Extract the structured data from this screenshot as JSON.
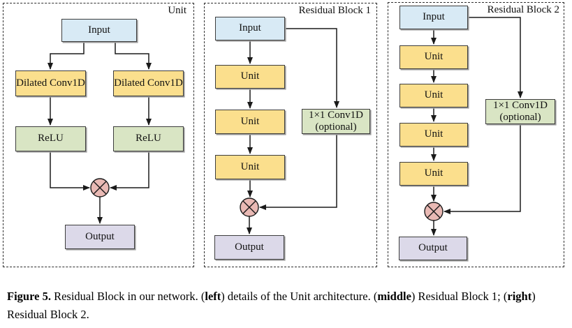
{
  "figure": {
    "colors": {
      "input_fill": "#d8eaf5",
      "unit_fill": "#fbdf8d",
      "activation_fill": "#d9e5c4",
      "output_fill": "#dcd9e9",
      "multiply_fill": "#e9b9b4",
      "line": "#1a1a1a"
    },
    "panels": [
      {
        "title": "Unit",
        "input": "Input",
        "conv_left": "Dilated Conv1D",
        "conv_right": "Dilated Conv1D",
        "relu_left": "ReLU",
        "relu_right": "ReLU",
        "op_icon": "circled-multiply",
        "output": "Output"
      },
      {
        "title": "Residual Block 1",
        "input": "Input",
        "units": [
          "Unit",
          "Unit",
          "Unit"
        ],
        "conv": "1×1 Conv1D",
        "conv_note": "(optional)",
        "op_icon": "circled-multiply",
        "output": "Output"
      },
      {
        "title": "Residual Block 2",
        "input": "Input",
        "units": [
          "Unit",
          "Unit",
          "Unit",
          "Unit"
        ],
        "conv": "1×1 Conv1D",
        "conv_note": "(optional)",
        "op_icon": "circled-multiply",
        "output": "Output"
      }
    ],
    "caption": {
      "fig_label": "Figure 5.",
      "s1": " Residual Block in our network. (",
      "b1": "left",
      "s2": ") details of the Unit architecture. (",
      "b2": "middle",
      "s3": ") Residual Block 1; (",
      "b3": "right",
      "s4": ") Residual Block 2."
    }
  }
}
